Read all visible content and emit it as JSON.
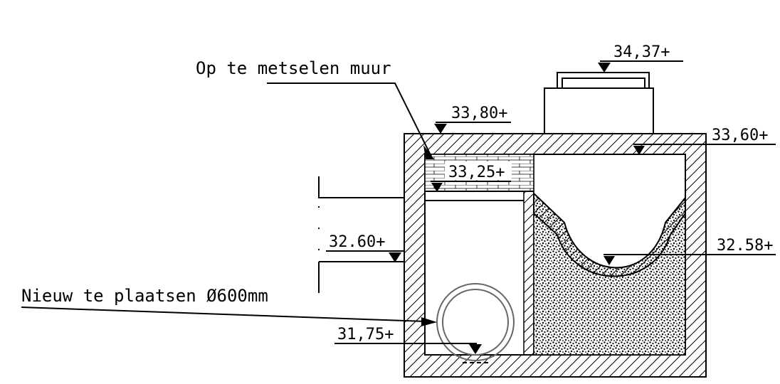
{
  "labels": {
    "wall_note": "Op te metselen muur",
    "pipe_note": "Nieuw te plaatsen Ø600mm"
  },
  "levels": {
    "cover_top": "34,37+",
    "structure_top": "33,80+",
    "chamber_soffit": "33,60+",
    "masonry_base": "33,25+",
    "existing_pipe": "32.60+",
    "channel_invert": "32.58+",
    "new_pipe_invert": "31,75+"
  }
}
